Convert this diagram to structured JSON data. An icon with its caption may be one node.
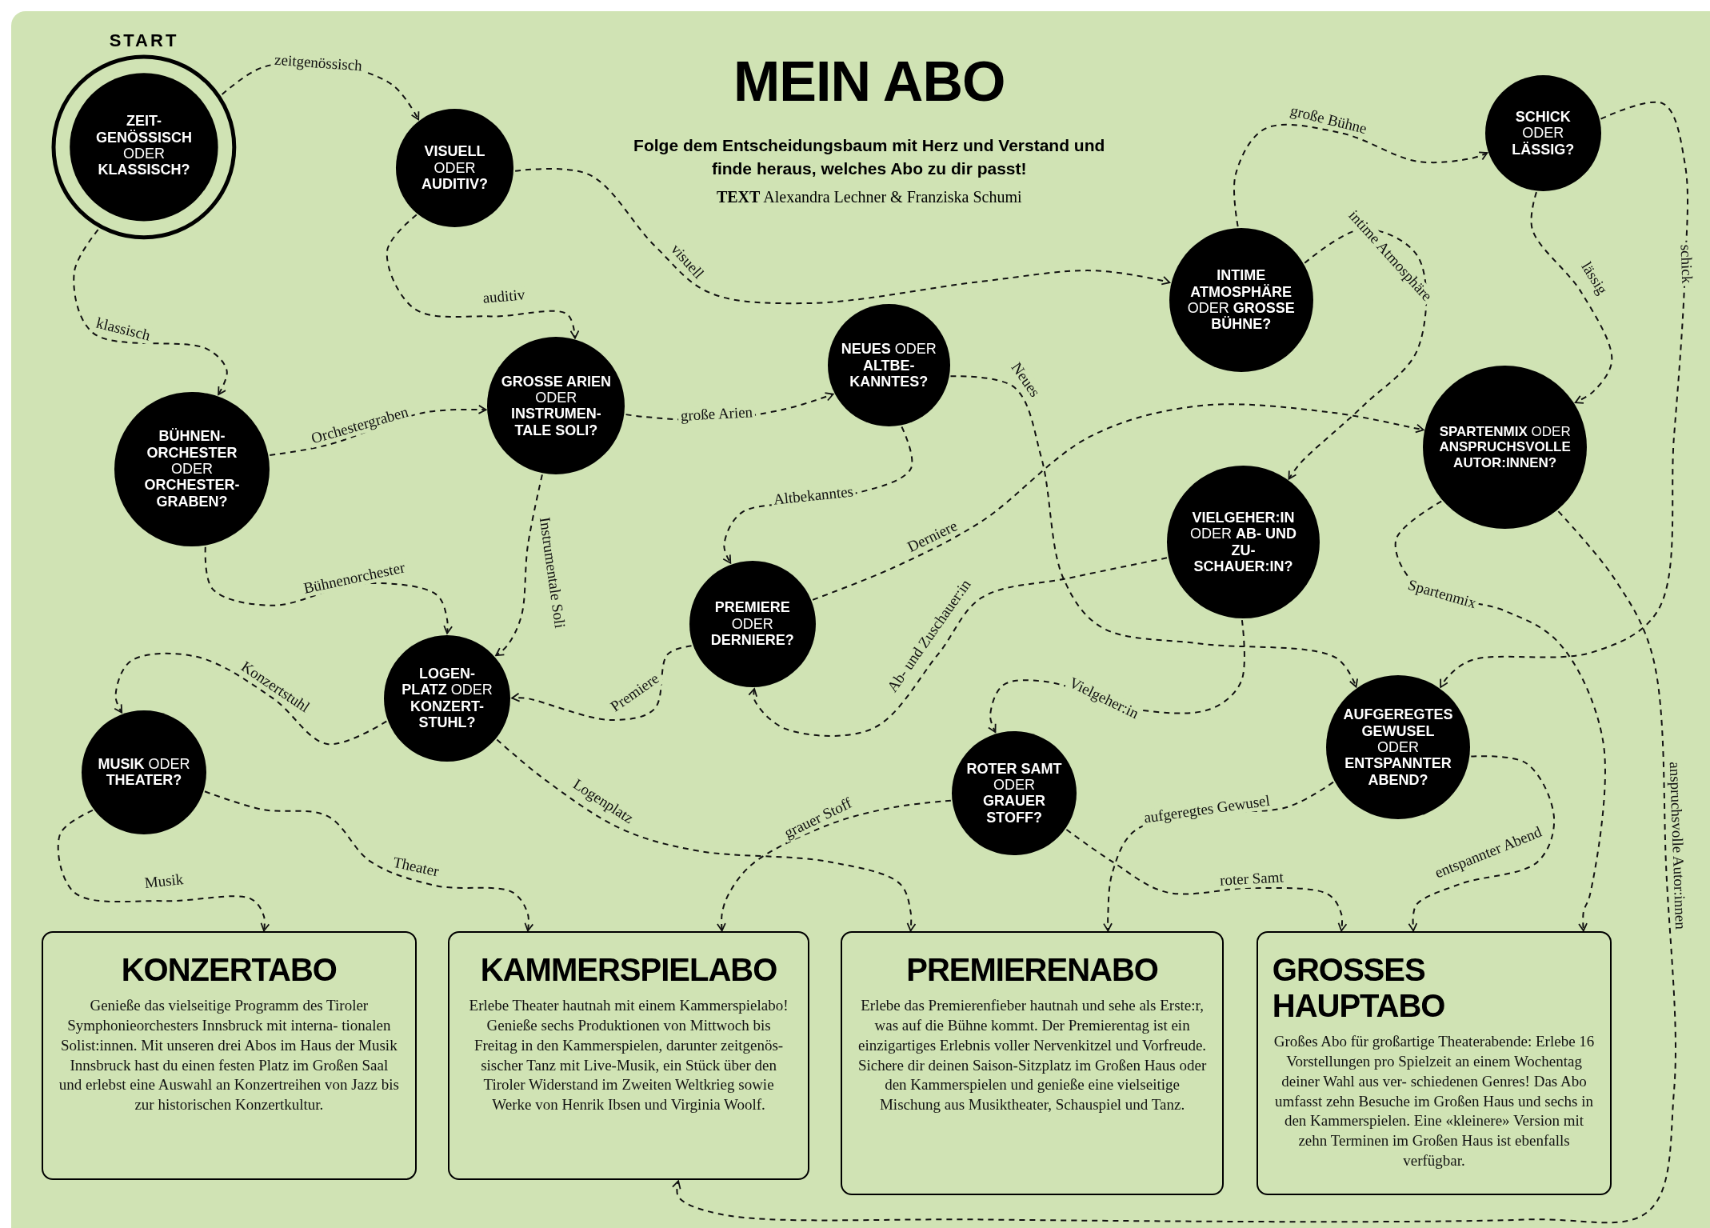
{
  "diagram": {
    "title": "MEIN ABO",
    "nodes": [
      {
        "text": [
          "START",
          "**ZEIT- GENÖSSISCH** ODER **KLASSISCH?**"
        ]
      },
      {
        "text": [
          "**VISUELL** ODER **AUDITIV?**"
        ]
      },
      {
        "text": [
          "**BÜHNEN- ORCHESTER** ODER **ORCHESTER- GRABEN?**"
        ]
      },
      {
        "text": [
          "**GROSSE ARIEN** ODER **INSTRUMEN- TALE SOLI?**"
        ]
      },
      {
        "text": [
          "**NEUES** ODER **ALTBE- KANNTES?**"
        ]
      },
      {
        "text": [
          "**INTIME ATMOSPHÄRE** ODER **GROSSE BÜHNE?**"
        ]
      },
      {
        "text": [
          "**SCHICK** ODER **LÄSSIG?**"
        ]
      },
      {
        "text": [
          "**SPARTENMIX** ODER **ANSPRUCHSVOLLE AUTOR:INNEN?**"
        ]
      },
      {
        "text": [
          "**VIELGEHER:IN** ODER **AB- UND ZU- SCHAUER:IN?**"
        ]
      },
      {
        "text": [
          "**PREMIERE** ODER **DERNIERE?**"
        ]
      },
      {
        "text": [
          "**LOGEN- PLATZ** ODER **KONZERT- STUHL?**"
        ]
      },
      {
        "text": [
          "**MUSIK** ODER **THEATER?**"
        ]
      },
      {
        "text": [
          "**ROTER SAMT** ODER **GRAUER STOFF?**"
        ]
      },
      {
        "text": [
          "**AUFGEREGTES GEWUSEL** ODER **ENTSPANNTER ABEND?**"
        ]
      },
      {
        "text": [
          "KONZERTABO",
          "Genieße das vielseitige Programm des Tiroler Symphonieorchesters Innsbruck mit interna- tionalen Solist:innen. Mit unseren drei Abos im Haus der Musik Innsbruck hast du einen festen Platz im Großen Saal und erlebst eine Auswahl an Konzertreihen von Jazz bis zur historischen Konzertkultur."
        ]
      },
      {
        "text": [
          "KAMMERSPIELABO",
          "Erlebe Theater hautnah mit einem Kammerspielabo! Genieße sechs Produktionen von Mittwoch bis Freitag in den Kammerspielen, darunter zeitgenös- sischer Tanz mit Live-Musik, ein Stück über den Tiroler Widerstand im Zweiten Weltkrieg sowie Werke von Henrik Ibsen und Virginia Woolf."
        ]
      },
      {
        "text": [
          "PREMIERENABO",
          "Erlebe das Premierenfieber hautnah und sehe als Erste:r, was auf die Bühne kommt. Der Premierentag ist ein einzigartiges Erlebnis voller Nervenkitzel und Vorfreude. Sichere dir deinen Saison-Sitzplatz im Großen Haus oder den Kammerspielen und genieße eine vielseitige Mischung aus Musiktheater, Schauspiel und Tanz."
        ]
      },
      {
        "text": [
          "GROSSES HAUPTABO",
          "Großes Abo für großartige Theaterabende: Erlebe 16 Vorstellungen pro Spielzeit an einem Wochentag deiner Wahl aus ver- schiedenen Genres! Das Abo umfasst zehn Besuche im Großen Haus und sechs in den Kammerspielen. Eine «kleinere» Version mit zehn Terminen im Großen Haus ist ebenfalls verfügbar."
        ]
      }
    ],
    "edges": [
      {
        "from": 0,
        "to": 1,
        "arrow": "to",
        "label": "zeitgenössisch"
      },
      {
        "from": 0,
        "to": 2,
        "arrow": "to",
        "label": "klassisch"
      },
      {
        "from": 1,
        "to": 5,
        "arrow": "to",
        "label": "visuell"
      },
      {
        "from": 1,
        "to": 3,
        "arrow": "to",
        "label": "auditiv"
      },
      {
        "from": 2,
        "to": 3,
        "arrow": "to",
        "label": "Orchestergraben"
      },
      {
        "from": 2,
        "to": 10,
        "arrow": "to",
        "label": "Bühnenorchester"
      },
      {
        "from": 3,
        "to": 4,
        "arrow": "to",
        "label": "große Arien"
      },
      {
        "from": 3,
        "to": 10,
        "arrow": "to",
        "label": "Instrumentale Soli"
      },
      {
        "from": 4,
        "to": 9,
        "arrow": "to",
        "label": "Altbekanntes"
      },
      {
        "from": 4,
        "to": 13,
        "arrow": "to",
        "label": "Neues"
      },
      {
        "from": 5,
        "to": 6,
        "arrow": "to",
        "label": "große Bühne"
      },
      {
        "from": 5,
        "to": 8,
        "arrow": "to",
        "label": "intime Atmosphäre"
      },
      {
        "from": 6,
        "to": 7,
        "arrow": "to",
        "label": "lässig"
      },
      {
        "from": 6,
        "to": 13,
        "arrow": "to",
        "label": "schick"
      },
      {
        "from": 7,
        "to": 17,
        "arrow": "to",
        "label": "Spartenmix"
      },
      {
        "from": 7,
        "to": 15,
        "arrow": "to",
        "label": "anspruchsvolle Autor:innen"
      },
      {
        "from": 8,
        "to": 12,
        "arrow": "to",
        "label": "Vielgeher:in"
      },
      {
        "from": 8,
        "to": 9,
        "arrow": "to",
        "label": "Ab- und Zuschauer:in"
      },
      {
        "from": 9,
        "to": 10,
        "arrow": "to",
        "label": "Premiere"
      },
      {
        "from": 9,
        "to": 7,
        "arrow": "to",
        "label": "Derniere"
      },
      {
        "from": 10,
        "to": 11,
        "arrow": "to",
        "label": "Konzertstuhl"
      },
      {
        "from": 10,
        "to": 16,
        "arrow": "to",
        "label": "Logenplatz"
      },
      {
        "from": 11,
        "to": 14,
        "arrow": "to",
        "label": "Musik"
      },
      {
        "from": 11,
        "to": 15,
        "arrow": "to",
        "label": "Theater"
      },
      {
        "from": 12,
        "to": 15,
        "arrow": "to",
        "label": "grauer Stoff"
      },
      {
        "from": 12,
        "to": 17,
        "arrow": "to",
        "label": "roter Samt"
      },
      {
        "from": 13,
        "to": 16,
        "arrow": "to",
        "label": "aufgeregtes Gewusel"
      },
      {
        "from": 13,
        "to": 17,
        "arrow": "to",
        "label": "entspannter Abend"
      }
    ],
    "labels": [
      "Folge dem Entscheidungsbaum mit Herz und Verstand und finde heraus, welches Abo zu dir passt!",
      "**TEXT** Alexandra Lechner & Franziska Schumi"
    ]
  }
}
